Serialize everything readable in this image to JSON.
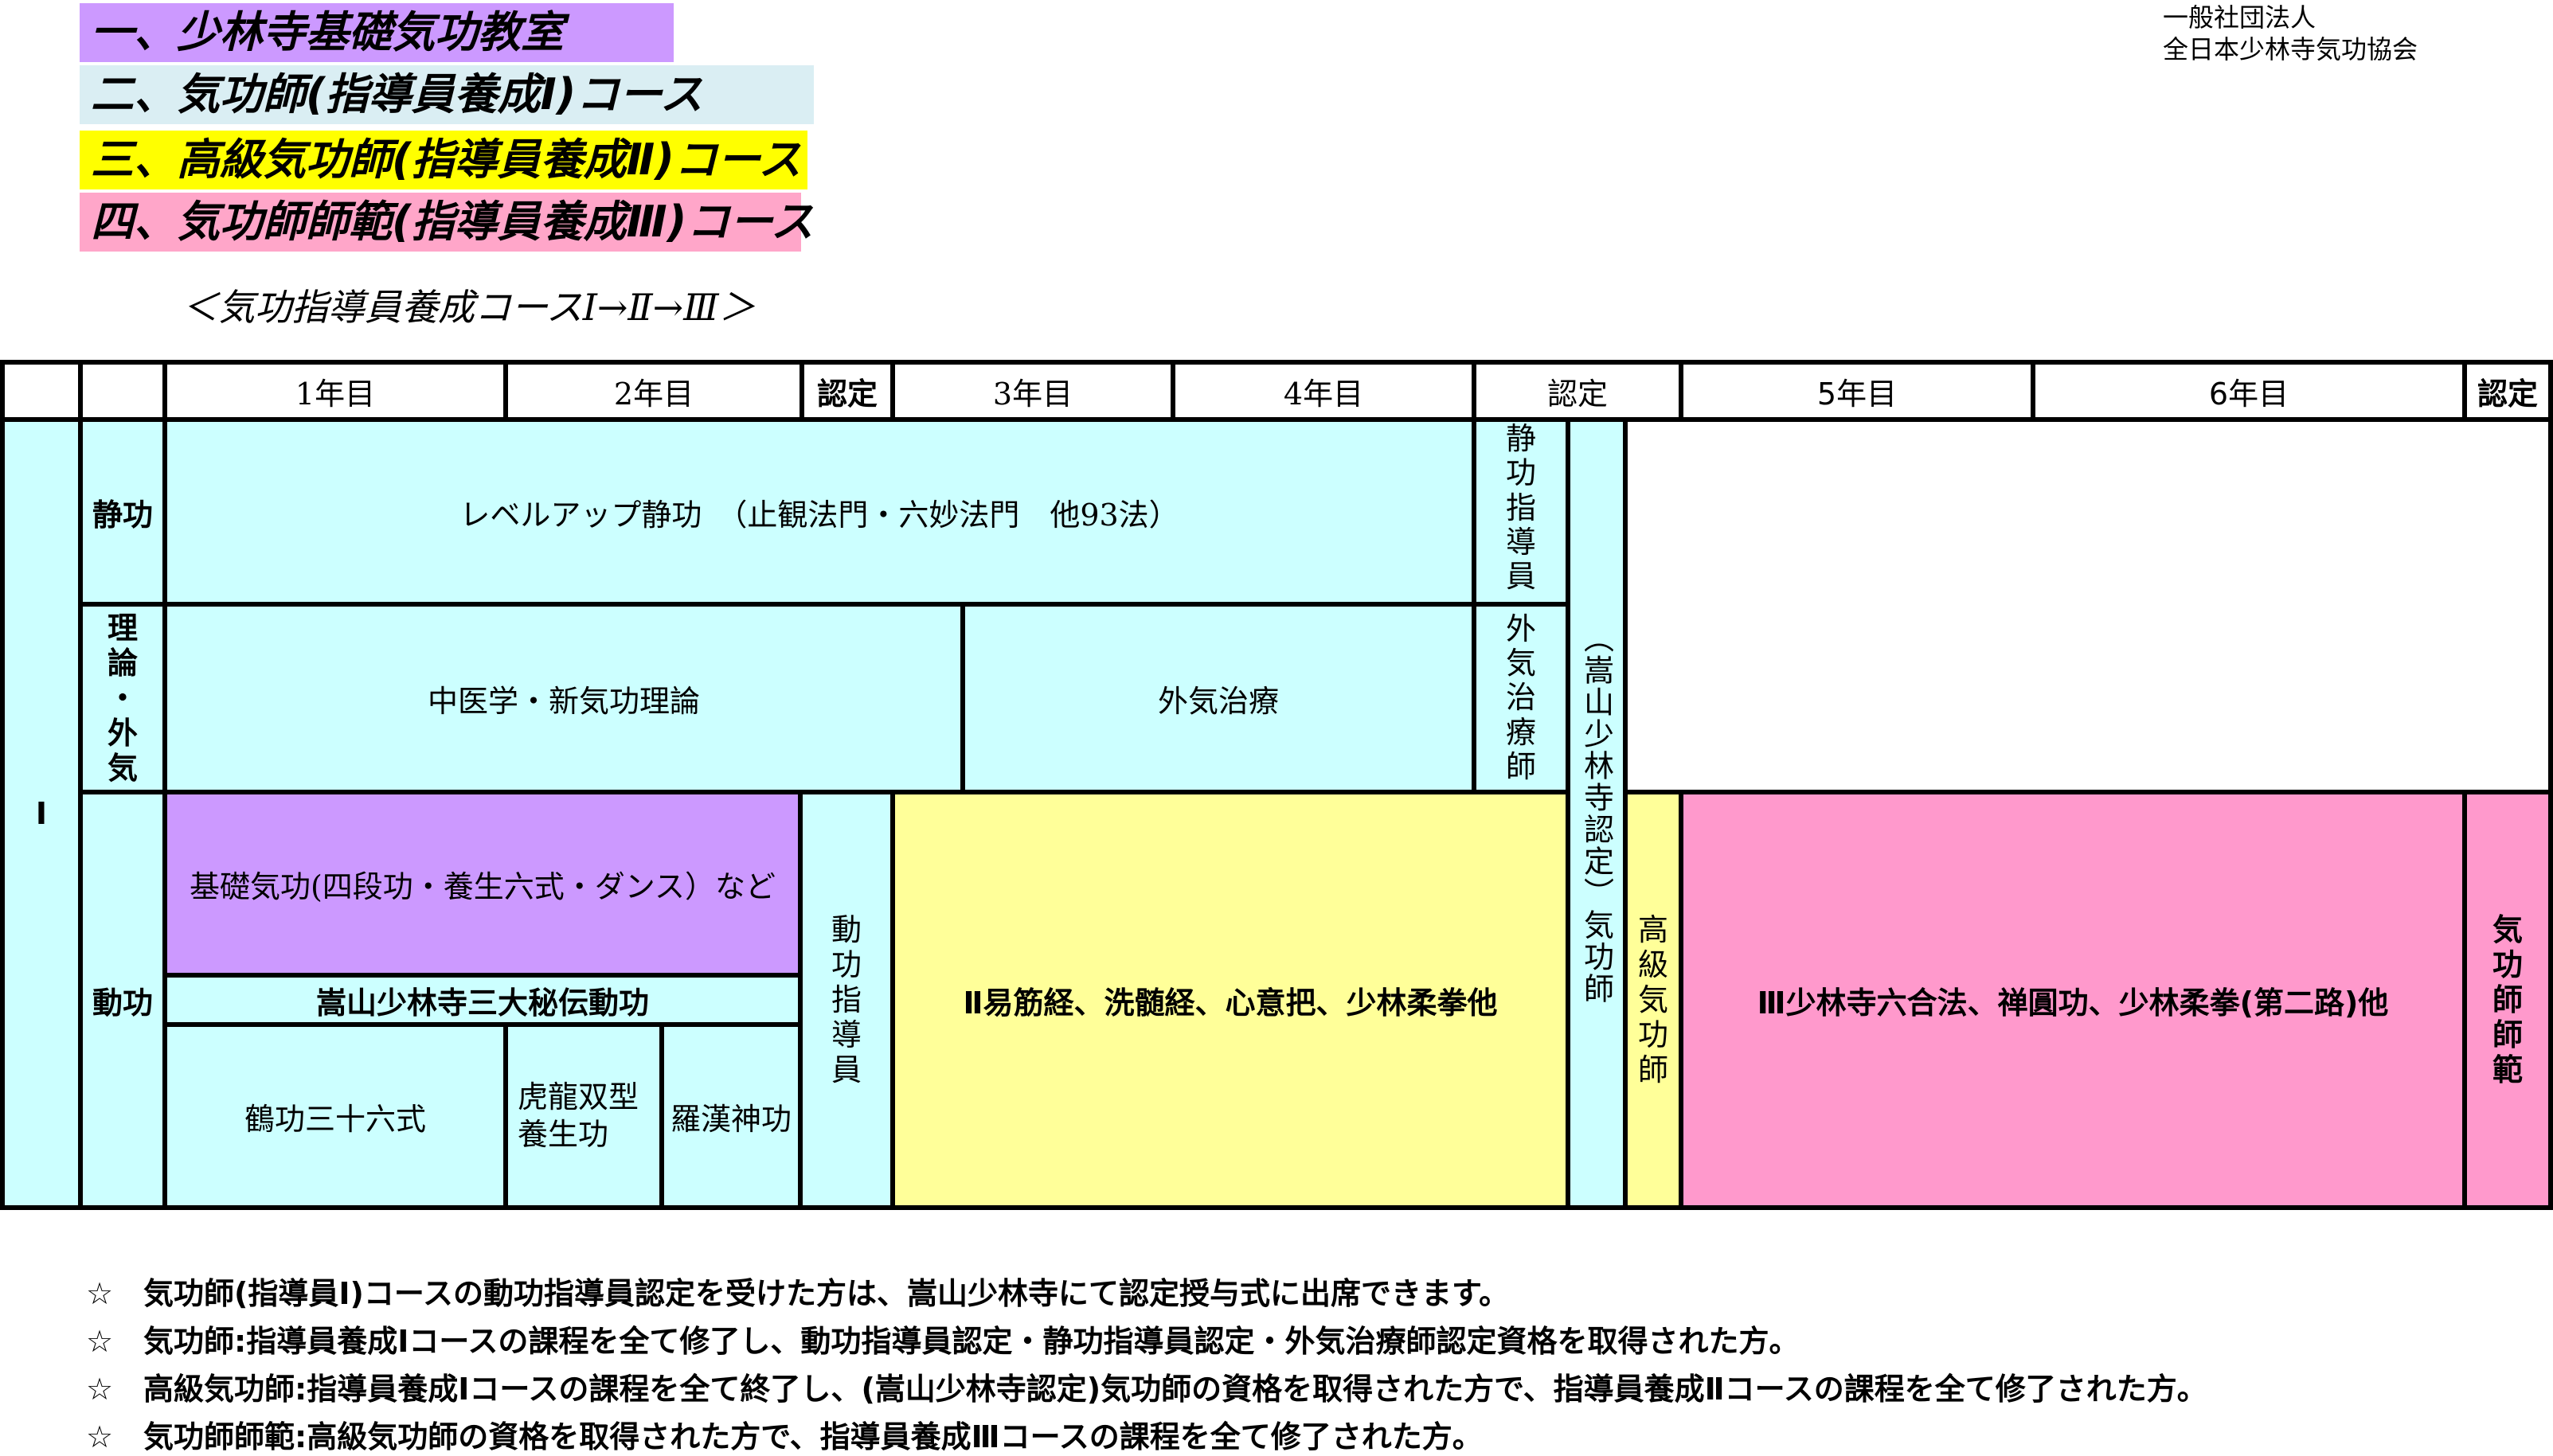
{
  "headings": [
    "一、少林寺基礎気功教室",
    "二、気功師(指導員養成Ⅰ)コース",
    "三、高級気功師(指導員養成Ⅱ)コース",
    "四、気功師師範(指導員養成Ⅲ)コース"
  ],
  "subtitle": "＜気功指導員養成コースⅠ→Ⅱ→Ⅲ＞",
  "org": [
    "一般社団法人",
    "全日本少林寺気功協会"
  ],
  "table": {
    "year1": "1年目",
    "year2": "2年目",
    "cert1": "認定",
    "year3": "3年目",
    "year4": "4年目",
    "cert2": "認定",
    "year5": "5年目",
    "year6": "6年目",
    "cert3": "認定",
    "level": "Ⅰ",
    "row_seikou": "静功",
    "row_riron": [
      "理",
      "論",
      "・",
      "外",
      "気"
    ],
    "row_doukou": "動功",
    "seikou_content": "レベルアップ静功　（止観法門・六妙法門　他93法）",
    "riron_content": "中医学・新気功理論",
    "gaiki_content": "外気治療",
    "seikou_instructor": [
      "静",
      "功",
      "指",
      "導",
      "員"
    ],
    "gaiki_therapist": [
      "外",
      "気",
      "治",
      "療",
      "師"
    ],
    "kikoushi_cert": "（嵩山少林寺認定）気功師",
    "kiso_content": "基礎気功(四段功・養生六式・ダンス）など",
    "hiden_content": "嵩山少林寺三大秘伝動功",
    "tsuru_content": "鶴功三十六式",
    "koryu_content": [
      "虎龍双型",
      "養生功"
    ],
    "rakan_content": "羅漢神功",
    "doukou_instructor": [
      "動",
      "功",
      "指",
      "導",
      "員"
    ],
    "level2_content": "Ⅱ易筋経、洗髄経、心意把、少林柔拳他",
    "koukyuu": [
      "高",
      "級",
      "気",
      "功",
      "師"
    ],
    "level3_content": "Ⅲ少林寺六合法、禅圓功、少林柔拳(第二路)他",
    "shihan": [
      "気",
      "功",
      "師",
      "師",
      "範"
    ]
  },
  "notes": [
    {
      "mark": "☆",
      "text": "気功師(指導員Ⅰ)コースの動功指導員認定を受けた方は、嵩山少林寺にて認定授与式に出席できます。"
    },
    {
      "mark": "☆",
      "text": "気功師:指導員養成Ⅰコースの課程を全て修了し、動功指導員認定・静功指導員認定・外気治療師認定資格を取得された方。"
    },
    {
      "mark": "☆",
      "text": "高級気功師:指導員養成Ⅰコースの課程を全て終了し、(嵩山少林寺認定)気功師の資格を取得された方で、指導員養成Ⅱコースの課程を全て修了された方。"
    },
    {
      "mark": "☆",
      "text": "気功師師範:高級気功師の資格を取得された方で、指導員養成Ⅲコースの課程を全て修了された方。"
    }
  ],
  "colors": {
    "course1": "#cc99ff",
    "course2": "#daeef3",
    "course3": "#ffff00",
    "course4": "#ffa6c9",
    "cyan_cells": "#ccffff",
    "purple_cells": "#cc99ff",
    "yellow_cells": "#ffff99",
    "pink_cells": "#ff99cc"
  }
}
